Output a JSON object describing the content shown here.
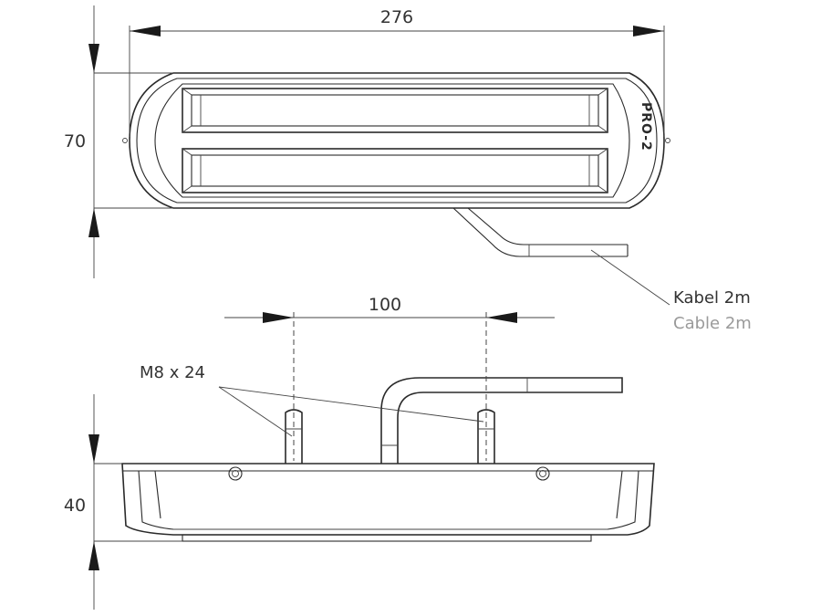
{
  "dimensions": {
    "top_width": "276",
    "top_height": "70",
    "mount_spacing": "100",
    "side_height": "40"
  },
  "callouts": {
    "bolt": "M8 x 24",
    "cable_de": "Kabel 2m",
    "cable_en": "Cable 2m"
  },
  "brand_label": "PRO-2"
}
